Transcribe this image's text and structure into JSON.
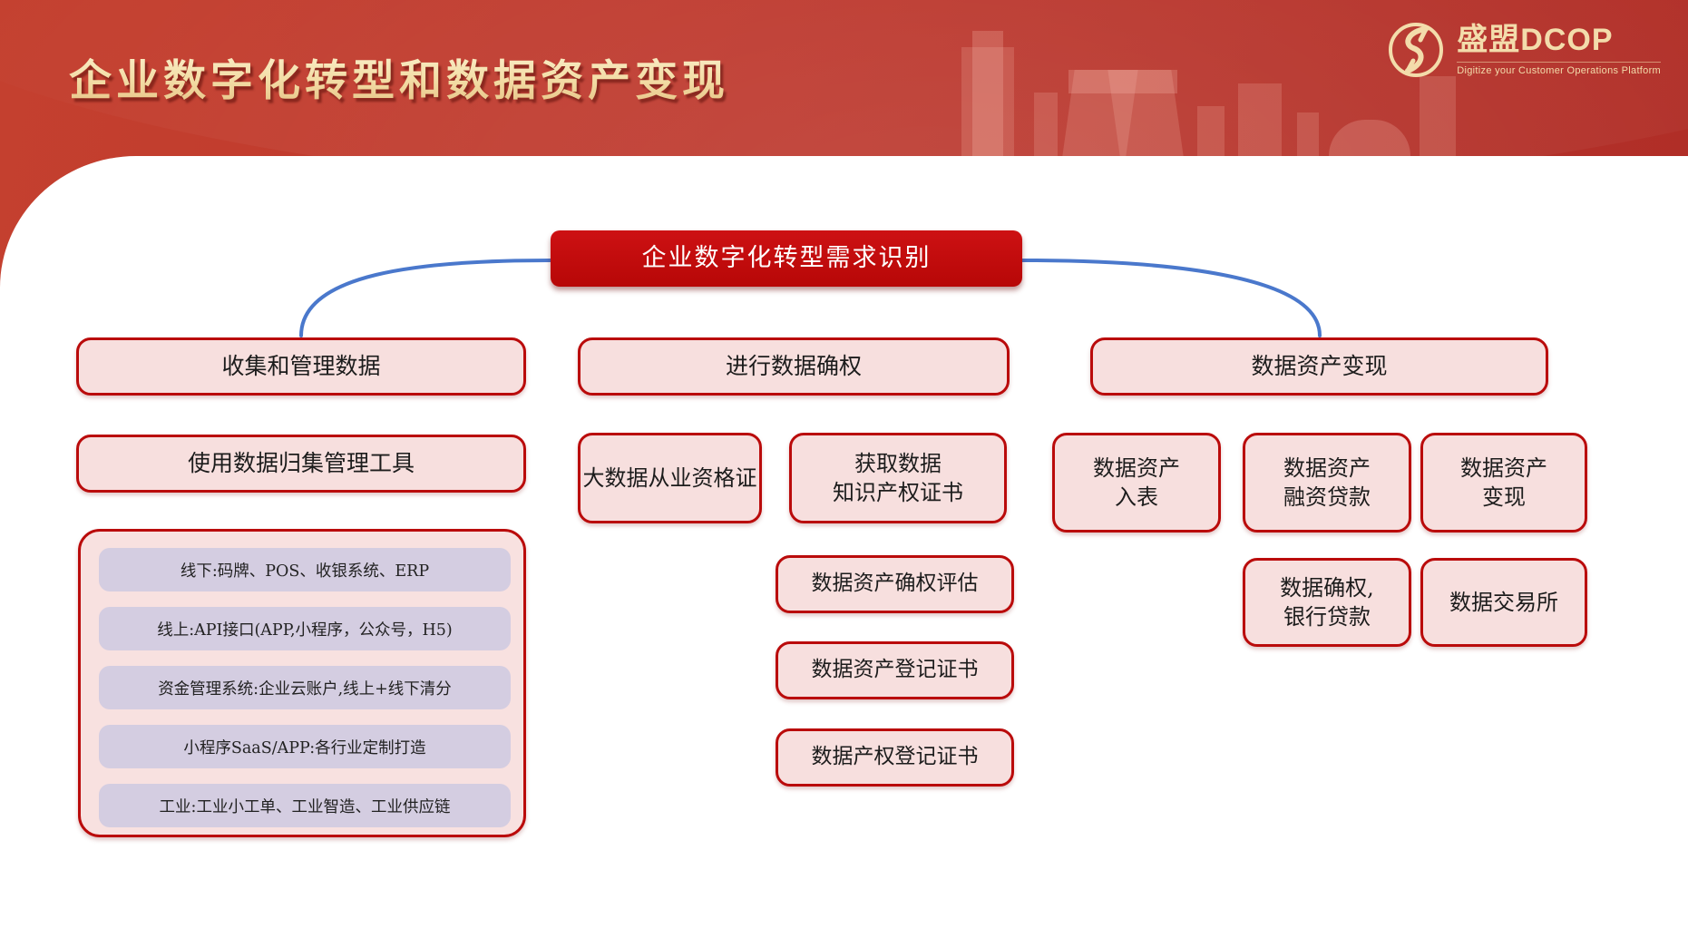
{
  "header": {
    "title": "企业数字化转型和数据资产变现",
    "logo": {
      "name": "盛盟DCOP",
      "tagline": "Digitize your Customer Operations Platform"
    }
  },
  "colors": {
    "header_red": "#bd372c",
    "root_red": "#c00d0d",
    "box_fill": "#f7dfde",
    "box_border": "#ba0b0b",
    "pill_fill": "#d4cde1",
    "connector_blue": "#4a78cc",
    "title_gold": "#f3dda6"
  },
  "diagram": {
    "root": "企业数字化转型需求识别",
    "branches": [
      {
        "parent": "收集和管理数据",
        "child": "使用数据归集管理工具",
        "tools": [
          "线下:码牌、POS、收银系统、ERP",
          "线上:API接口(APP,小程序，公众号，H5)",
          "资金管理系统:企业云账户,线上+线下清分",
          "小程序SaaS/APP:各行业定制打造",
          "工业:工业小工单、工业智造、工业供应链"
        ]
      },
      {
        "parent": "进行数据确权",
        "children": [
          "大数据从业资格证",
          "获取数据\n知识产权证书"
        ],
        "chain": [
          "数据资产确权评估",
          "数据资产登记证书",
          "数据产权登记证书"
        ]
      },
      {
        "parent": "数据资产变现",
        "children": [
          "数据资产\n入表",
          "数据资产\n融资贷款",
          "数据资产\n变现"
        ],
        "subs": [
          "数据确权,\n银行贷款",
          "数据交易所"
        ]
      }
    ]
  }
}
